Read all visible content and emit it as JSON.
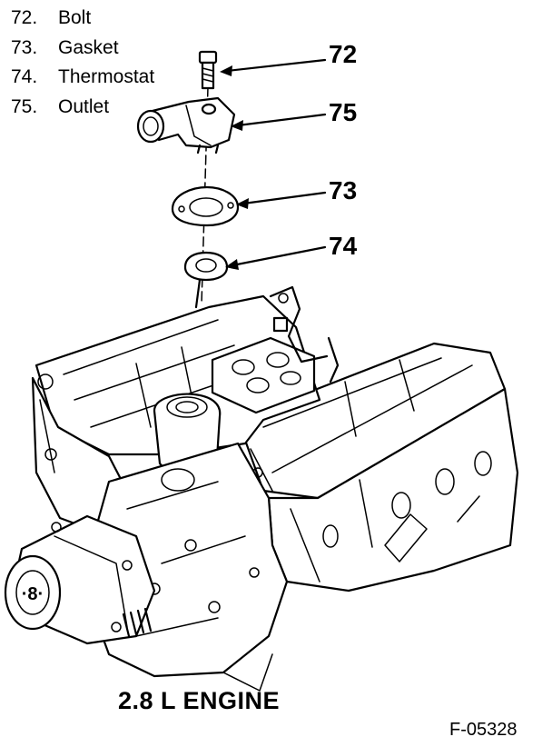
{
  "legend": [
    {
      "number": "72.",
      "label": "Bolt"
    },
    {
      "number": "73.",
      "label": "Gasket"
    },
    {
      "number": "74.",
      "label": "Thermostat"
    },
    {
      "number": "75.",
      "label": "Outlet"
    }
  ],
  "callouts": {
    "bolt": "72",
    "outlet": "75",
    "gasket": "73",
    "thermostat": "74"
  },
  "caption": "2.8 L ENGINE",
  "figure_id": "F-05328",
  "engine_pulley_mark": "·8·"
}
